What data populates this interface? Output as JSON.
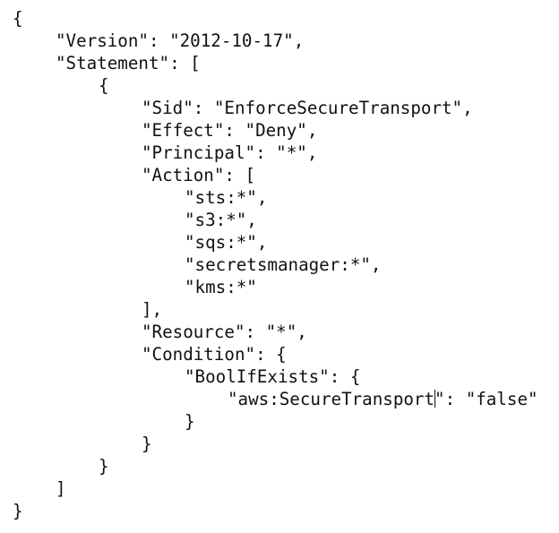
{
  "document": {
    "lines": [
      "{",
      "\"Version\": \"2012-10-17\",",
      "\"Statement\": [",
      "{",
      "\"Sid\": \"EnforceSecureTransport\",",
      "\"Effect\": \"Deny\",",
      "\"Principal\": \"*\",",
      "\"Action\": [",
      "\"sts:*\",",
      "\"s3:*\",",
      "\"sqs:*\",",
      "\"secretsmanager:*\",",
      "\"kms:*\"",
      "],",
      "\"Resource\": \"*\",",
      "\"Condition\": {",
      "\"BoolIfExists\": {",
      "\"aws:SecureTransport",
      "\": \"false\"",
      "}",
      "}",
      "}",
      "]",
      "}"
    ]
  }
}
